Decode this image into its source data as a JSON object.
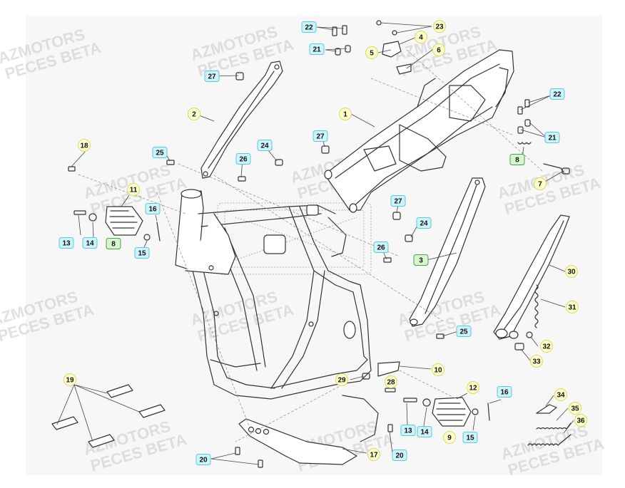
{
  "watermark": {
    "line1": "AZMOTORS",
    "line2": "PECES BETA",
    "color": "#c9c9c9"
  },
  "palette": {
    "yellow_fill": "#ffffcc",
    "yellow_stroke": "#d9d966",
    "cyan_fill": "#cdf3fb",
    "cyan_stroke": "#5bc8de",
    "green_fill": "#d8f5d0",
    "green_stroke": "#4aa04a"
  },
  "callouts": [
    {
      "label": "1",
      "style": "yellow"
    },
    {
      "label": "2",
      "style": "yellow"
    },
    {
      "label": "3",
      "style": "green"
    },
    {
      "label": "4",
      "style": "yellow"
    },
    {
      "label": "5",
      "style": "yellow"
    },
    {
      "label": "6",
      "style": "yellow"
    },
    {
      "label": "7",
      "style": "yellow"
    },
    {
      "label": "8",
      "style": "green"
    },
    {
      "label": "8",
      "style": "green"
    },
    {
      "label": "9",
      "style": "yellow"
    },
    {
      "label": "10",
      "style": "yellow"
    },
    {
      "label": "11",
      "style": "yellow"
    },
    {
      "label": "12",
      "style": "yellow"
    },
    {
      "label": "13",
      "style": "cyan"
    },
    {
      "label": "13",
      "style": "cyan"
    },
    {
      "label": "14",
      "style": "cyan"
    },
    {
      "label": "14",
      "style": "cyan"
    },
    {
      "label": "15",
      "style": "cyan"
    },
    {
      "label": "15",
      "style": "cyan"
    },
    {
      "label": "16",
      "style": "cyan"
    },
    {
      "label": "16",
      "style": "cyan"
    },
    {
      "label": "17",
      "style": "yellow"
    },
    {
      "label": "18",
      "style": "yellow"
    },
    {
      "label": "19",
      "style": "yellow"
    },
    {
      "label": "20",
      "style": "cyan"
    },
    {
      "label": "20",
      "style": "cyan"
    },
    {
      "label": "21",
      "style": "cyan"
    },
    {
      "label": "21",
      "style": "cyan"
    },
    {
      "label": "22",
      "style": "cyan"
    },
    {
      "label": "22",
      "style": "cyan"
    },
    {
      "label": "23",
      "style": "yellow"
    },
    {
      "label": "24",
      "style": "cyan"
    },
    {
      "label": "24",
      "style": "cyan"
    },
    {
      "label": "25",
      "style": "cyan"
    },
    {
      "label": "25",
      "style": "cyan"
    },
    {
      "label": "26",
      "style": "cyan"
    },
    {
      "label": "26",
      "style": "cyan"
    },
    {
      "label": "27",
      "style": "cyan"
    },
    {
      "label": "27",
      "style": "cyan"
    },
    {
      "label": "27",
      "style": "cyan"
    },
    {
      "label": "28",
      "style": "yellow"
    },
    {
      "label": "29",
      "style": "yellow"
    },
    {
      "label": "30",
      "style": "yellow"
    },
    {
      "label": "31",
      "style": "yellow"
    },
    {
      "label": "32",
      "style": "yellow"
    },
    {
      "label": "33",
      "style": "yellow"
    },
    {
      "label": "34",
      "style": "yellow"
    },
    {
      "label": "35",
      "style": "yellow"
    },
    {
      "label": "36",
      "style": "yellow"
    }
  ]
}
